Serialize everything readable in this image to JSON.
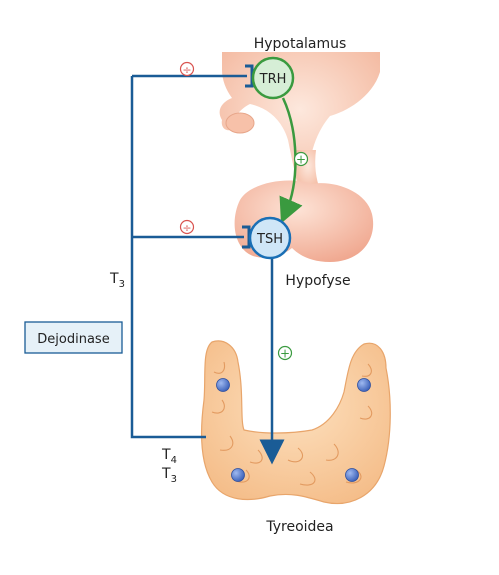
{
  "labels": {
    "hypothalamus": "Hypotalamus",
    "pituitary": "Hypofyse",
    "thyroid": "Tyreoidea",
    "trh": "TRH",
    "tsh": "TSH",
    "t3_feedback": "T3",
    "t4_output": "T4",
    "t3_output": "T3",
    "deiodinase": "Dejodinase"
  },
  "signs": {
    "inhibit_trh": "÷",
    "inhibit_tsh": "÷",
    "stimulate_tsh": "+",
    "stimulate_thyroid": "+"
  },
  "colors": {
    "feedback_line": "#1a5c96",
    "stimulation_arrow": "#3a9a3f",
    "trh_fill": "#d6eed6",
    "tsh_fill": "#cfe6f7",
    "tissue": "#f7c9b2",
    "thyroid": "#f8c89a",
    "node_dot": "#4f74c9"
  }
}
